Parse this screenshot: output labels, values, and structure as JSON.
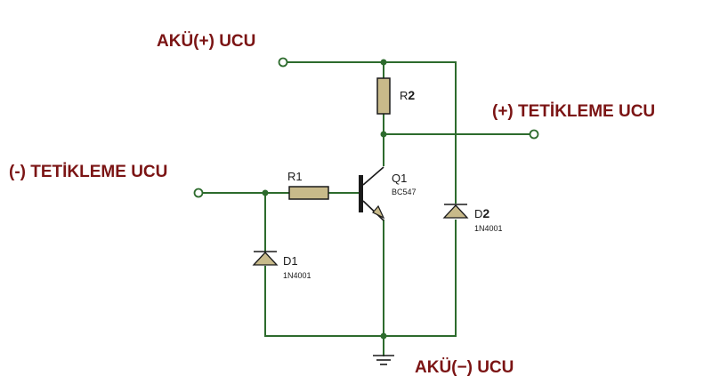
{
  "labels": {
    "akut_pos": "AKÜ(+) UCU",
    "trig_pos": "(+) TETİKLEME UCU",
    "trig_neg": "(-) TETİKLEME UCU",
    "akut_neg": "AKÜ(−) UCU"
  },
  "components": {
    "r1": {
      "ref": "R1"
    },
    "r2": {
      "ref_prefix": "R",
      "ref_num": "2"
    },
    "q1": {
      "ref": "Q1",
      "value": "BC547"
    },
    "d1": {
      "ref": "D1",
      "value": "1N4001"
    },
    "d2": {
      "ref_prefix": "D",
      "ref_num": "2",
      "value": "1N4001"
    }
  },
  "colors": {
    "label": "#7b1414",
    "wire": "#2d6b2d",
    "resistor_fill": "#c8ba8a",
    "symbol": "#1a1a1a"
  }
}
